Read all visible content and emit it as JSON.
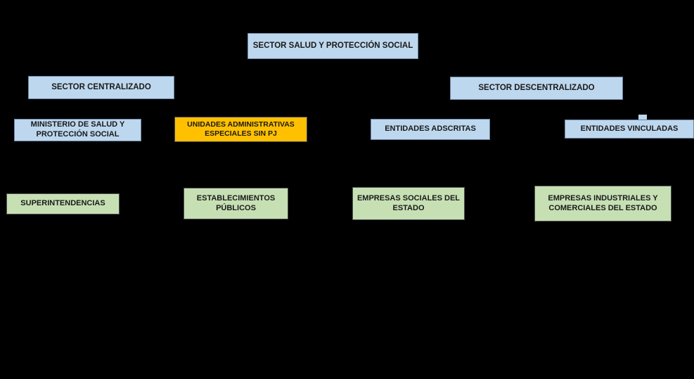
{
  "diagram": {
    "type": "org-chart",
    "background_color": "#000000",
    "palette": {
      "blue_fill": "#BDD7EE",
      "blue_border": "#6d87a5",
      "orange_fill": "#FFC000",
      "green_fill": "#C6E0B4",
      "text_color": "#1a1a1a"
    },
    "nodes": [
      {
        "id": "sector-salud",
        "label": "SECTOR SALUD Y PROTECCIÓN SOCIAL",
        "color": "blue",
        "level": 1
      },
      {
        "id": "sector-centralizado",
        "label": "SECTOR CENTRALIZADO",
        "color": "blue",
        "level": 2
      },
      {
        "id": "sector-descentralizado",
        "label": "SECTOR DESCENTRALIZADO",
        "color": "blue",
        "level": 2
      },
      {
        "id": "ministerio",
        "label": "MINISTERIO DE SALUD Y PROTECCIÓN SOCIAL",
        "color": "blue",
        "level": 3
      },
      {
        "id": "unidades",
        "label": "UNIDADES ADMINISTRATIVAS ESPECIALES SIN PJ",
        "color": "orange",
        "level": 3
      },
      {
        "id": "adscritas",
        "label": "ENTIDADES ADSCRITAS",
        "color": "blue",
        "level": 3
      },
      {
        "id": "vinculadas",
        "label": "ENTIDADES VINCULADAS",
        "color": "blue",
        "level": 3
      },
      {
        "id": "superintendencias",
        "label": "SUPERINTENDENCIAS",
        "color": "green",
        "level": 4
      },
      {
        "id": "establecimientos",
        "label": "ESTABLECIMIENTOS PÚBLICOS",
        "color": "green",
        "level": 4
      },
      {
        "id": "empresas-sociales",
        "label": "EMPRESAS SOCIALES DEL ESTADO",
        "color": "green",
        "level": 4
      },
      {
        "id": "empresas-industriales",
        "label": "EMPRESAS INDUSTRIALES Y COMERCIALES DEL ESTADO",
        "color": "green",
        "level": 4
      }
    ]
  }
}
